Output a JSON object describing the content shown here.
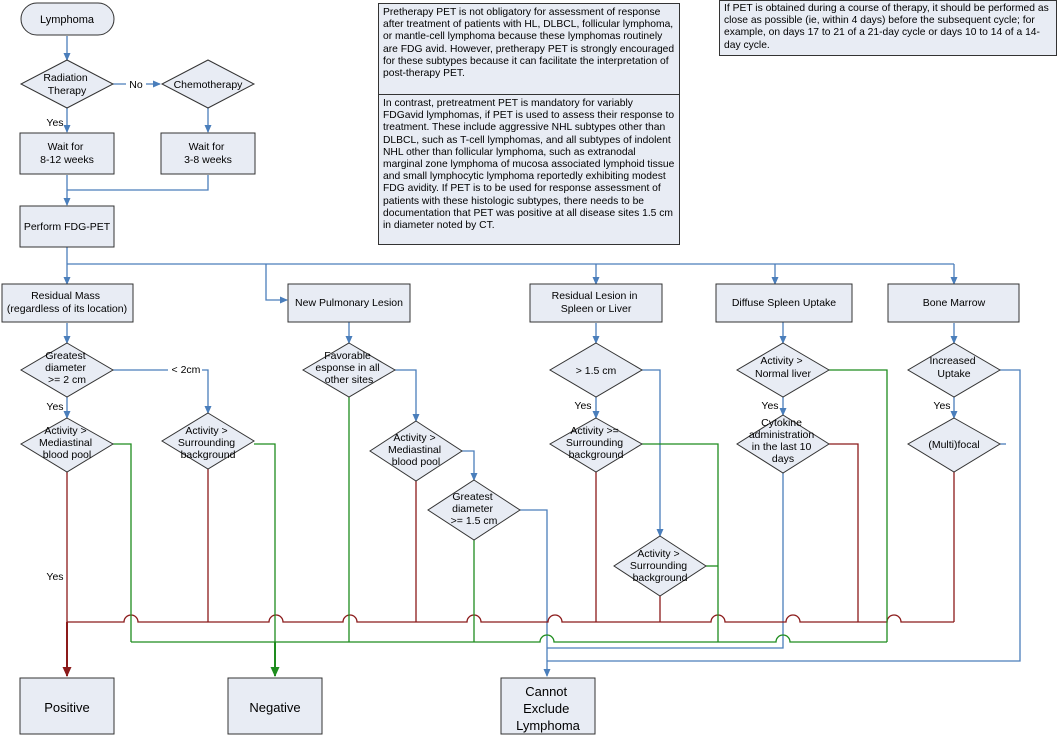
{
  "nodes": {
    "lymphoma": "Lymphoma",
    "radiation": [
      "Radiation",
      "Therapy"
    ],
    "chemo": "Chemotherapy",
    "wait_rt": [
      "Wait for",
      "8-12 weeks"
    ],
    "wait_chemo": [
      "Wait for",
      "3-8 weeks"
    ],
    "perform_pet": "Perform FDG-PET",
    "residual_mass": [
      "Residual Mass",
      "(regardless of its location)"
    ],
    "pulmonary": "New Pulmonary Lesion",
    "spleen_liver": [
      "Residual Lesion in",
      "Spleen or Liver"
    ],
    "diffuse_spleen": "Diffuse Spleen Uptake",
    "bone_marrow": "Bone Marrow",
    "d_greatest_2cm": [
      "Greatest",
      "diameter",
      ">= 2 cm"
    ],
    "d_act_mediastinal_1": [
      "Activity >",
      "Mediastinal",
      "blood pool"
    ],
    "d_act_surrounding_1": [
      "Activity >",
      "Surrounding",
      "background"
    ],
    "d_favorable": [
      "Favorable",
      "esponse in all",
      "other sites"
    ],
    "d_act_mediastinal_2": [
      "Activity >",
      "Mediastinal",
      "blood pool"
    ],
    "d_greatest_15": [
      "Greatest",
      "diameter",
      ">= 1.5 cm"
    ],
    "d_gt15": "> 1.5 cm",
    "d_act_surrounding_2": [
      "Activity >=",
      "Surrounding",
      "background"
    ],
    "d_act_surrounding_3": [
      "Activity >",
      "Surrounding",
      "background"
    ],
    "d_normal_liver": [
      "Activity >",
      "Normal liver"
    ],
    "d_cytokine": [
      "Cytokine",
      "administration",
      "in the last 10",
      "days"
    ],
    "d_increased": [
      "Increased",
      "Uptake"
    ],
    "d_multifocal": "(Multi)focal",
    "positive": "Positive",
    "negative": "Negative",
    "cannot_exclude": [
      "Cannot",
      "Exclude",
      "Lymphoma"
    ]
  },
  "edge_labels": {
    "no": "No",
    "yes": "Yes",
    "lt_2cm": "< 2cm"
  },
  "notes": {
    "pretherapy": "Pretherapy PET is not obligatory for assessment of response after treatment of patients with HL, DLBCL, follicular lymphoma, or mantle-cell lymphoma because these lymphomas routinely are FDG avid. However, pretherapy PET is strongly encouraged for these subtypes because it can facilitate the interpretation of post-therapy PET.",
    "pretreatment": "In contrast, pretreatment PET is mandatory for variably FDGavid lymphomas, if PET is used to assess their response to treatment. These include aggressive NHL subtypes other than DLBCL, such as T-cell lymphomas, and all subtypes of indolent NHL other than follicular lymphoma, such as extranodal marginal zone lymphoma of mucosa associated lymphoid tissue and small lymphocytic lymphoma reportedly exhibiting modest FDG avidity. If PET is to be used for response assessment of patients with these histologic subtypes, there needs to be documentation that PET was positive at all disease sites 1.5 cm in diameter noted by CT.",
    "during_therapy": "If PET is obtained during a course of therapy, it should be performed as close as possible (ie, within 4 days) before the subsequent cycle; for example, on days 17 to 21 of a 21-day cycle or days 10 to 14 of a 14-day cycle."
  },
  "colors": {
    "node_fill": "#e8ecf4",
    "blue_line": "#4a7ebb",
    "red_line": "#8b1a1a",
    "green_line": "#1e8c1e",
    "outline": "#333333"
  }
}
